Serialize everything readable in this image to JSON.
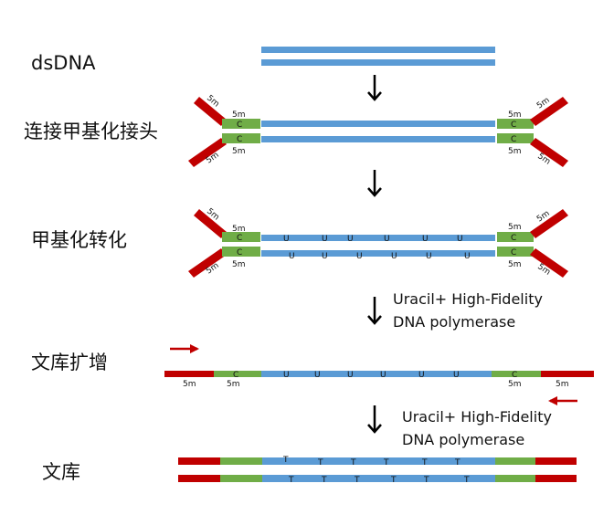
{
  "colors": {
    "dna_blue": "#5b9bd5",
    "adapter_green": "#70ad47",
    "adapter_red": "#c00000",
    "primer_red": "#c00000",
    "arrow_black": "#000000"
  },
  "steps": [
    {
      "label": "dsDNA"
    },
    {
      "label": "连接甲基化接头"
    },
    {
      "label": "甲基化转化"
    },
    {
      "label": "文库扩增"
    },
    {
      "label": "文库"
    }
  ],
  "enzyme_1": {
    "line1": "Uracil+ High-Fidelity",
    "line2": "DNA polymerase"
  },
  "enzyme_2": {
    "line1": "Uracil+ High-Fidelity",
    "line2": "DNA polymerase"
  },
  "marks": {
    "methyl": "5m",
    "cytosine": "C",
    "uracil": "U",
    "thymine": "T"
  }
}
